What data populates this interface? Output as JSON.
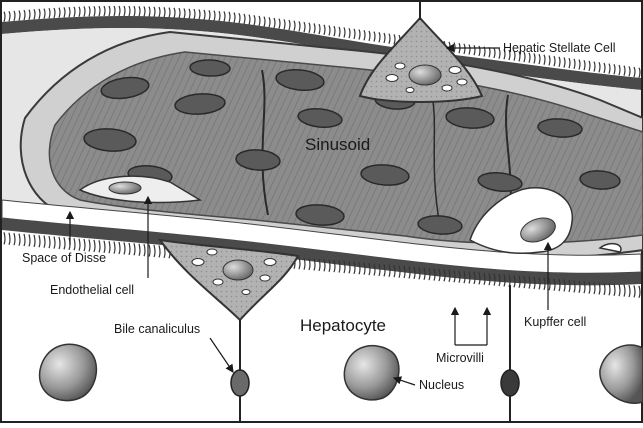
{
  "diagram": {
    "labels": {
      "hepatic_stellate_cell": "Hepatic Stellate Cell",
      "sinusoid": "Sinusoid",
      "space_of_disse": "Space of Disse",
      "endothelial_cell": "Endothelial cell",
      "kupffer_cell": "Kupffer cell",
      "bile_canaliculus": "Bile canaliculus",
      "hepatocyte": "Hepatocyte",
      "microvilli": "Microvilli",
      "nucleus": "Nucleus"
    },
    "colors": {
      "background": "#ffffff",
      "dark_tissue": "#4a4a4a",
      "tube_fill": "#8a8a8a",
      "endothelial_light": "#cfcfcf",
      "stellate_fill": "#a8a8a8",
      "nucleus_fill": "#6a6a6a",
      "white": "#ffffff"
    }
  }
}
